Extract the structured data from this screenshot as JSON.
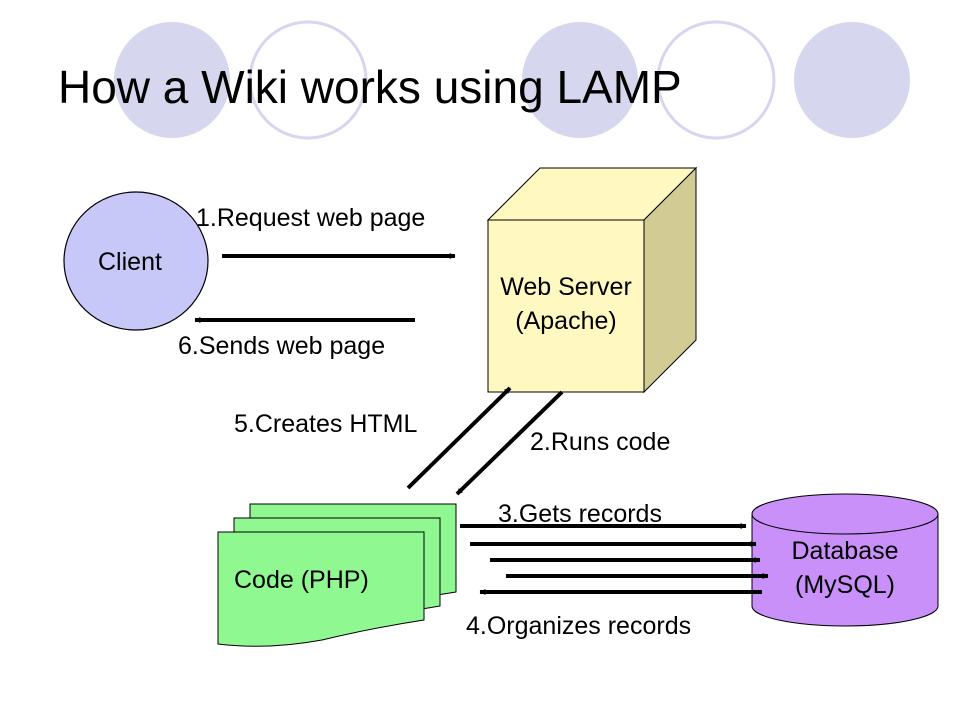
{
  "slide": {
    "title": "How a Wiki works using LAMP"
  },
  "nodes": {
    "client": "Client",
    "web_server": {
      "line1": "Web Server",
      "line2": "(Apache)"
    },
    "code": "Code (PHP)",
    "database": {
      "line1": "Database",
      "line2": "(MySQL)"
    }
  },
  "steps": {
    "step1": "1.Request web page",
    "step2": "2.Runs code",
    "step3": "3.Gets records",
    "step4": "4.Organizes records",
    "step5": "5.Creates HTML",
    "step6": "6.Sends web page"
  },
  "colors": {
    "decor_circle": "#d6d6ee",
    "client_fill": "#c8c8f8",
    "server_front": "#fff8c0",
    "server_side": "#d2cc94",
    "code_fill": "#90f890",
    "database_fill": "#c890f8",
    "arrow": "#000000"
  }
}
